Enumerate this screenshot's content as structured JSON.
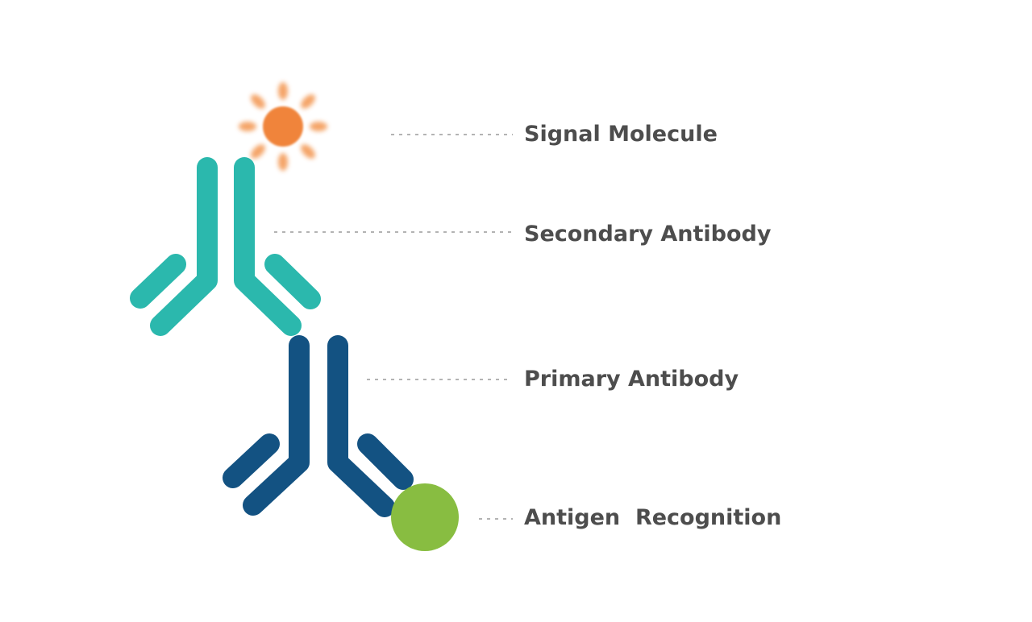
{
  "labels": {
    "signal": "Signal Molecule",
    "secondary": "Secondary Antibody",
    "primary": "Primary Antibody",
    "antigen": "Antigen  Recognition"
  },
  "colors": {
    "signal": "#f0843a",
    "secondary_antibody": "#2bb8ad",
    "primary_antibody": "#135282",
    "antigen": "#88bd41",
    "leader_line": "#b3b3b3",
    "label_text": "#4d4d4d"
  }
}
